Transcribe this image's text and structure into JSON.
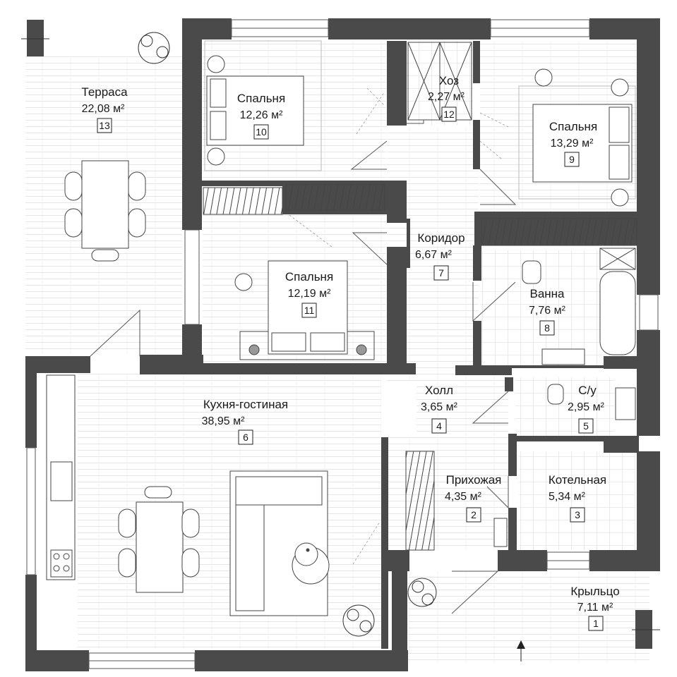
{
  "plan": {
    "area_unit": "м²",
    "rooms": [
      {
        "number": "1",
        "name": "Крыльцо",
        "area": "7,11"
      },
      {
        "number": "2",
        "name": "Прихожая",
        "area": "4,35"
      },
      {
        "number": "3",
        "name": "Котельная",
        "area": "5,34"
      },
      {
        "number": "4",
        "name": "Холл",
        "area": "3,65"
      },
      {
        "number": "5",
        "name": "С/у",
        "area": "2,95"
      },
      {
        "number": "6",
        "name": "Кухня-гостиная",
        "area": "38,95"
      },
      {
        "number": "7",
        "name": "Коридор",
        "area": "6,67"
      },
      {
        "number": "8",
        "name": "Ванна",
        "area": "7,76"
      },
      {
        "number": "9",
        "name": "Спальня",
        "area": "13,29"
      },
      {
        "number": "10",
        "name": "Спальня",
        "area": "12,26"
      },
      {
        "number": "11",
        "name": "Спальня",
        "area": "12,19"
      },
      {
        "number": "12",
        "name": "Хоз",
        "area": "2,27"
      },
      {
        "number": "13",
        "name": "Терраса",
        "area": "22,08"
      }
    ]
  }
}
